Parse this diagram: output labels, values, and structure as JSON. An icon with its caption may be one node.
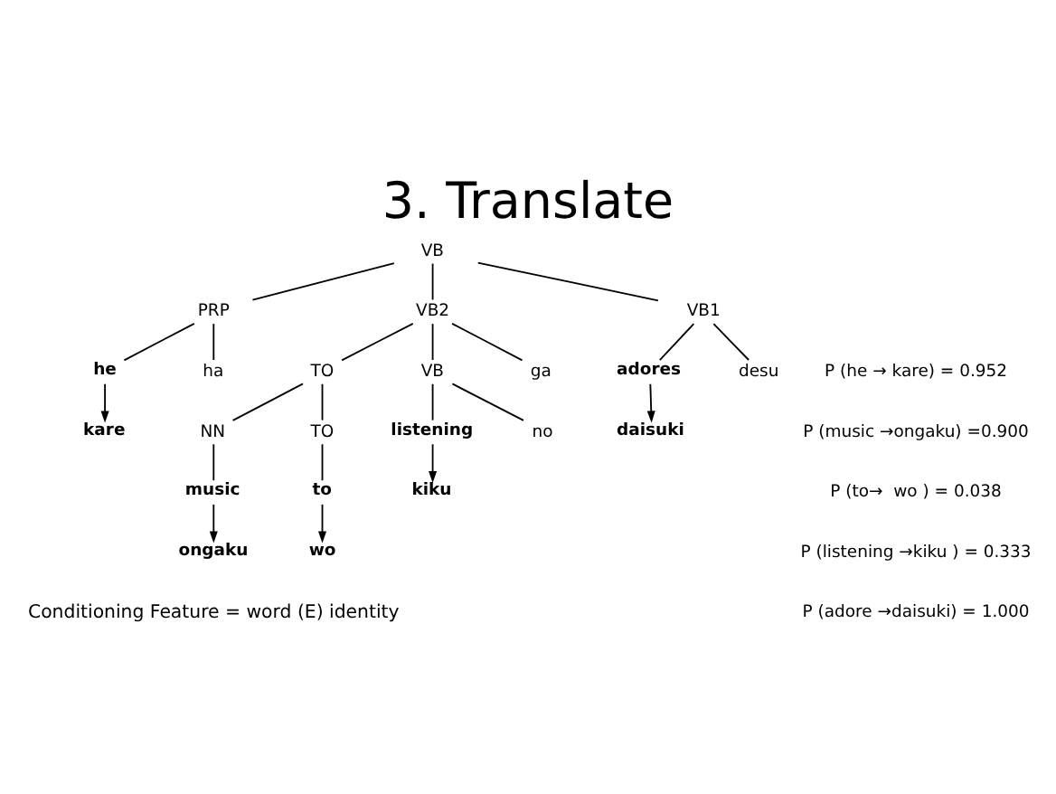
{
  "diagram": {
    "title": "3. Translate",
    "nodes": [
      {
        "text": [
          "VB"
        ]
      },
      {
        "text": [
          "PRP"
        ]
      },
      {
        "text": [
          "VB2"
        ]
      },
      {
        "text": [
          "VB1"
        ]
      },
      {
        "text": [
          "he"
        ]
      },
      {
        "text": [
          "ha"
        ]
      },
      {
        "text": [
          "TO"
        ]
      },
      {
        "text": [
          "VB"
        ]
      },
      {
        "text": [
          "ga"
        ]
      },
      {
        "text": [
          "adores"
        ]
      },
      {
        "text": [
          "desu"
        ]
      },
      {
        "text": [
          "NN"
        ]
      },
      {
        "text": [
          "TO"
        ]
      },
      {
        "text": [
          "listening"
        ]
      },
      {
        "text": [
          "no"
        ]
      },
      {
        "text": [
          "daisuki"
        ]
      },
      {
        "text": [
          "music"
        ]
      },
      {
        "text": [
          "to"
        ]
      },
      {
        "text": [
          "kiku"
        ]
      },
      {
        "text": [
          "kare"
        ]
      },
      {
        "text": [
          "ongaku"
        ]
      },
      {
        "text": [
          "wo"
        ]
      }
    ],
    "edges": [
      {
        "from": 0,
        "to": 1,
        "arrow": "none"
      },
      {
        "from": 0,
        "to": 2,
        "arrow": "none"
      },
      {
        "from": 0,
        "to": 3,
        "arrow": "none"
      },
      {
        "from": 1,
        "to": 4,
        "arrow": "none"
      },
      {
        "from": 1,
        "to": 5,
        "arrow": "none"
      },
      {
        "from": 4,
        "to": 19,
        "arrow": "to"
      },
      {
        "from": 2,
        "to": 6,
        "arrow": "none"
      },
      {
        "from": 2,
        "to": 7,
        "arrow": "none"
      },
      {
        "from": 2,
        "to": 8,
        "arrow": "none"
      },
      {
        "from": 6,
        "to": 11,
        "arrow": "none"
      },
      {
        "from": 6,
        "to": 12,
        "arrow": "none"
      },
      {
        "from": 11,
        "to": 16,
        "arrow": "none"
      },
      {
        "from": 12,
        "to": 17,
        "arrow": "none"
      },
      {
        "from": 16,
        "to": 20,
        "arrow": "to"
      },
      {
        "from": 17,
        "to": 21,
        "arrow": "to"
      },
      {
        "from": 7,
        "to": 13,
        "arrow": "none"
      },
      {
        "from": 7,
        "to": 14,
        "arrow": "none"
      },
      {
        "from": 13,
        "to": 18,
        "arrow": "to"
      },
      {
        "from": 3,
        "to": 9,
        "arrow": "none"
      },
      {
        "from": 3,
        "to": 10,
        "arrow": "none"
      },
      {
        "from": 9,
        "to": 15,
        "arrow": "to"
      }
    ],
    "labels": [
      "P (he → kare) = 0.952",
      "P (music →ongaku) =0.900",
      "P (to→  wo ) = 0.038",
      "P (listening →kiku ) = 0.333",
      "P (adore →daisuki) = 1.000",
      "Conditioning Feature = word (E) identity"
    ]
  }
}
